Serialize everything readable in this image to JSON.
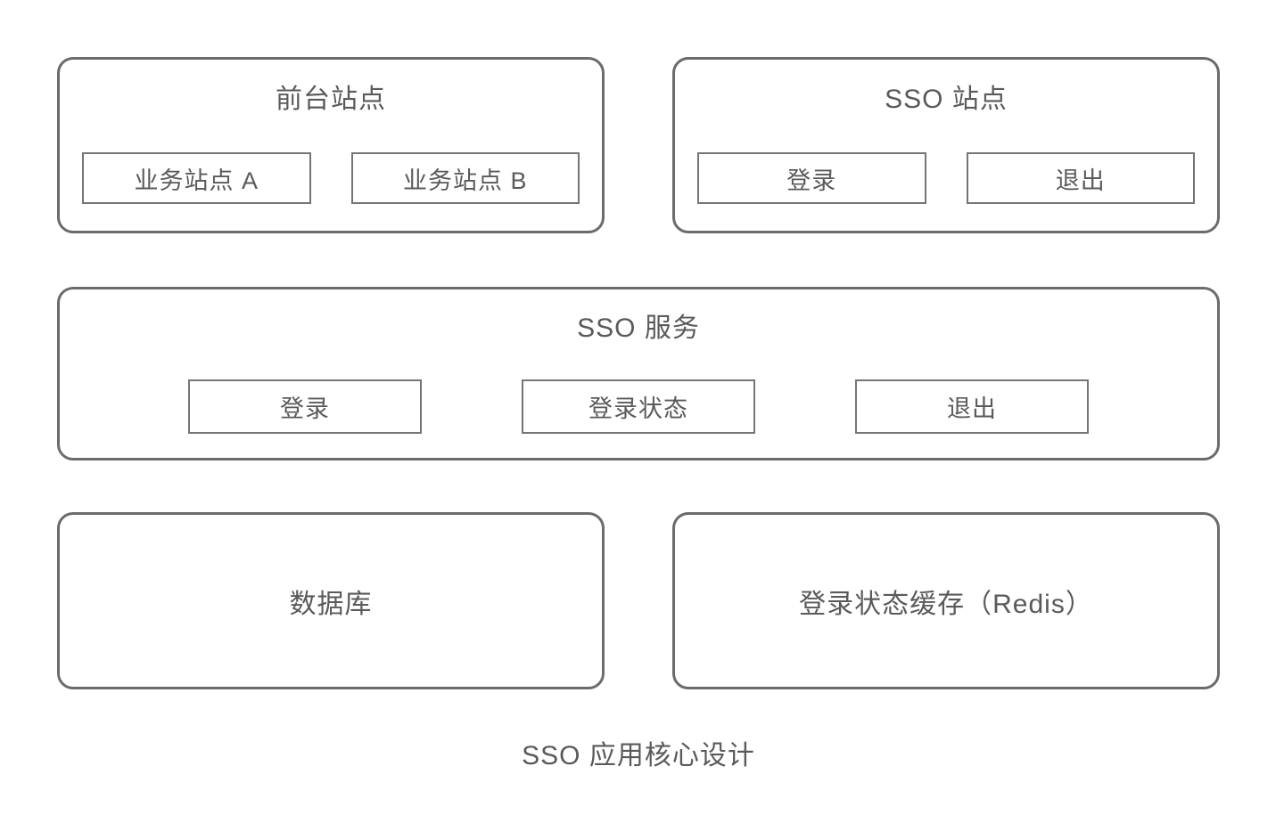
{
  "colors": {
    "background": "#ffffff",
    "group_border": "#6b6b6b",
    "item_border": "#757575",
    "text": "#5a5a5a"
  },
  "diagram": {
    "caption": "SSO 应用核心设计",
    "groups": {
      "frontend": {
        "title": "前台站点",
        "items": [
          "业务站点 A",
          "业务站点 B"
        ]
      },
      "sso_site": {
        "title": "SSO 站点",
        "items": [
          "登录",
          "退出"
        ]
      },
      "sso_service": {
        "title": "SSO 服务",
        "items": [
          "登录",
          "登录状态",
          "退出"
        ]
      },
      "database": {
        "title": "数据库"
      },
      "redis_cache": {
        "title": "登录状态缓存（Redis）"
      }
    }
  }
}
